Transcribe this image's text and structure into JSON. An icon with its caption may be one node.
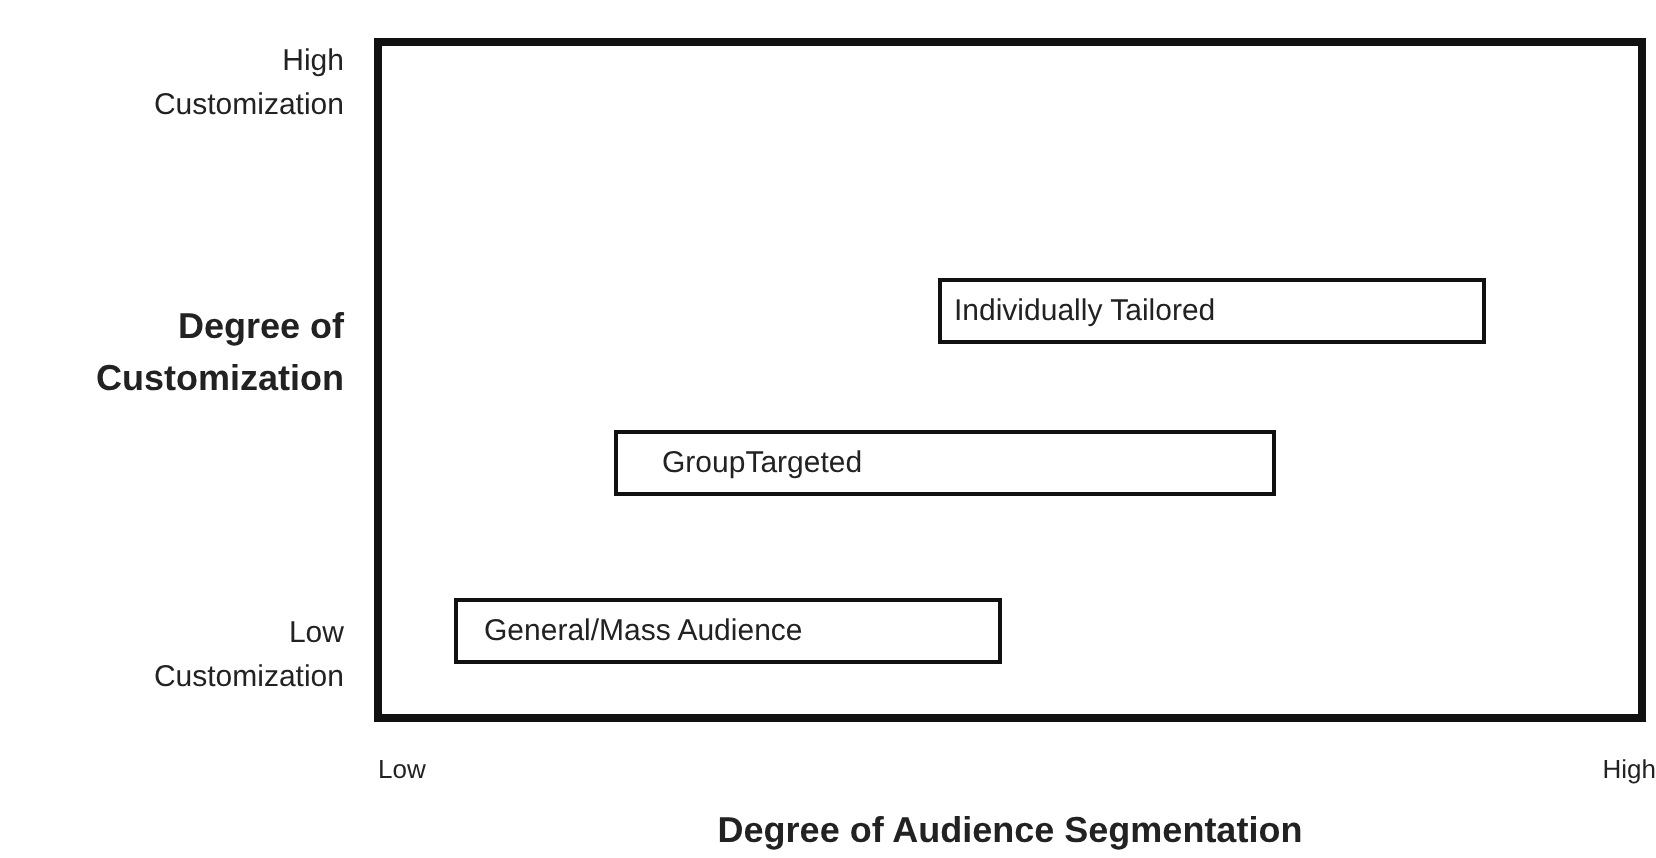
{
  "diagram": {
    "nodes": [
      {
        "text": [
          "Individually Tailored"
        ]
      },
      {
        "text": [
          "GroupTargeted"
        ]
      },
      {
        "text": [
          "General/Mass Audience"
        ]
      }
    ],
    "labels": [
      "High Customization",
      "Degree of Customization",
      "Low Customization",
      "Low",
      "High",
      "Degree of Audience Segmentation"
    ]
  }
}
